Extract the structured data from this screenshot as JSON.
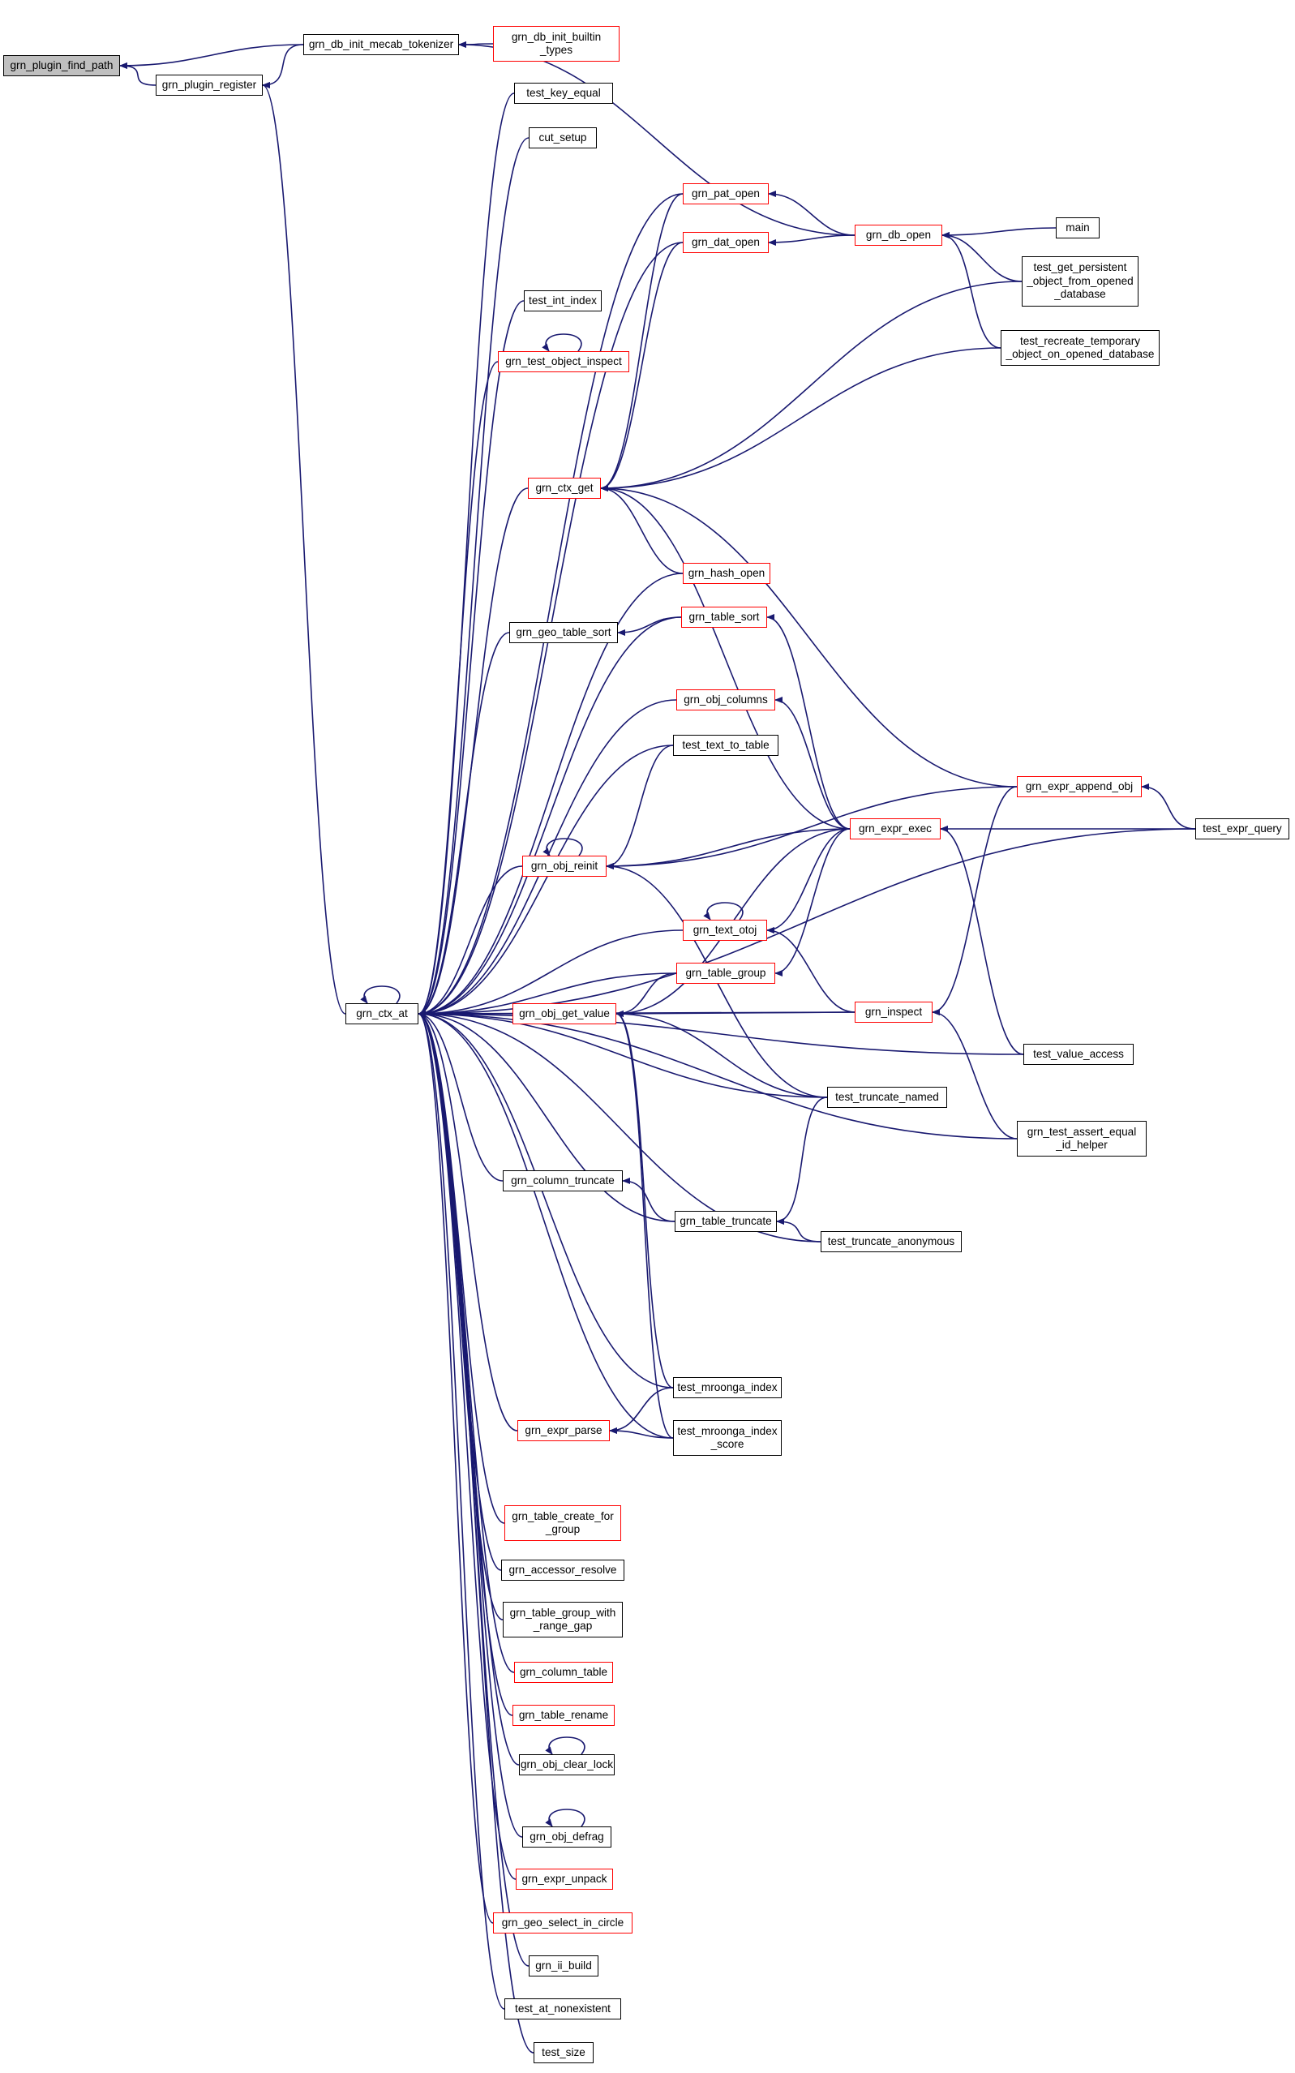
{
  "nodes": [
    {
      "id": "find_path",
      "label": "grn_plugin_find_path",
      "style": "selected"
    },
    {
      "id": "register",
      "label": "grn_plugin_register",
      "style": "normal"
    },
    {
      "id": "mecab",
      "label": "grn_db_init_mecab_tokenizer",
      "style": "normal"
    },
    {
      "id": "builtin",
      "label": "grn_db_init_builtin\n_types",
      "style": "red"
    },
    {
      "id": "ctx_at",
      "label": "grn_ctx_at",
      "style": "normal"
    },
    {
      "id": "key_equal",
      "label": "test_key_equal",
      "style": "normal"
    },
    {
      "id": "cut_setup",
      "label": "cut_setup",
      "style": "normal"
    },
    {
      "id": "pat_open",
      "label": "grn_pat_open",
      "style": "red"
    },
    {
      "id": "dat_open",
      "label": "grn_dat_open",
      "style": "red"
    },
    {
      "id": "db_open",
      "label": "grn_db_open",
      "style": "red"
    },
    {
      "id": "main",
      "label": "main",
      "style": "normal"
    },
    {
      "id": "persistent",
      "label": "test_get_persistent\n_object_from_opened\n_database",
      "style": "normal"
    },
    {
      "id": "recreate",
      "label": "test_recreate_temporary\n_object_on_opened_database",
      "style": "normal"
    },
    {
      "id": "int_index",
      "label": "test_int_index",
      "style": "normal"
    },
    {
      "id": "obj_inspect",
      "label": "grn_test_object_inspect",
      "style": "red"
    },
    {
      "id": "ctx_get",
      "label": "grn_ctx_get",
      "style": "red"
    },
    {
      "id": "hash_open",
      "label": "grn_hash_open",
      "style": "red"
    },
    {
      "id": "geo_sort",
      "label": "grn_geo_table_sort",
      "style": "normal"
    },
    {
      "id": "table_sort",
      "label": "grn_table_sort",
      "style": "red"
    },
    {
      "id": "obj_columns",
      "label": "grn_obj_columns",
      "style": "red"
    },
    {
      "id": "text_to_table",
      "label": "test_text_to_table",
      "style": "normal"
    },
    {
      "id": "append_obj",
      "label": "grn_expr_append_obj",
      "style": "red"
    },
    {
      "id": "expr_exec",
      "label": "grn_expr_exec",
      "style": "red"
    },
    {
      "id": "expr_query",
      "label": "test_expr_query",
      "style": "normal"
    },
    {
      "id": "obj_reinit",
      "label": "grn_obj_reinit",
      "style": "red"
    },
    {
      "id": "text_otoj",
      "label": "grn_text_otoj",
      "style": "red"
    },
    {
      "id": "table_group",
      "label": "grn_table_group",
      "style": "red"
    },
    {
      "id": "get_value",
      "label": "grn_obj_get_value",
      "style": "red"
    },
    {
      "id": "inspect",
      "label": "grn_inspect",
      "style": "red"
    },
    {
      "id": "value_access",
      "label": "test_value_access",
      "style": "normal"
    },
    {
      "id": "trunc_named",
      "label": "test_truncate_named",
      "style": "normal"
    },
    {
      "id": "assert_equal",
      "label": "grn_test_assert_equal\n_id_helper",
      "style": "normal"
    },
    {
      "id": "col_truncate",
      "label": "grn_column_truncate",
      "style": "normal"
    },
    {
      "id": "table_truncate",
      "label": "grn_table_truncate",
      "style": "normal"
    },
    {
      "id": "trunc_anon",
      "label": "test_truncate_anonymous",
      "style": "normal"
    },
    {
      "id": "mroonga",
      "label": "test_mroonga_index",
      "style": "normal"
    },
    {
      "id": "expr_parse",
      "label": "grn_expr_parse",
      "style": "red"
    },
    {
      "id": "mroonga_score",
      "label": "test_mroonga_index\n_score",
      "style": "normal"
    },
    {
      "id": "create_group",
      "label": "grn_table_create_for\n_group",
      "style": "red"
    },
    {
      "id": "acc_resolve",
      "label": "grn_accessor_resolve",
      "style": "normal"
    },
    {
      "id": "group_range",
      "label": "grn_table_group_with\n_range_gap",
      "style": "normal"
    },
    {
      "id": "col_table",
      "label": "grn_column_table",
      "style": "red"
    },
    {
      "id": "table_rename",
      "label": "grn_table_rename",
      "style": "red"
    },
    {
      "id": "clear_lock",
      "label": "grn_obj_clear_lock",
      "style": "normal"
    },
    {
      "id": "defrag",
      "label": "grn_obj_defrag",
      "style": "normal"
    },
    {
      "id": "expr_unpack",
      "label": "grn_expr_unpack",
      "style": "red"
    },
    {
      "id": "geo_circle",
      "label": "grn_geo_select_in_circle",
      "style": "red"
    },
    {
      "id": "ii_build",
      "label": "grn_ii_build",
      "style": "normal"
    },
    {
      "id": "nonexistent",
      "label": "test_at_nonexistent",
      "style": "normal"
    },
    {
      "id": "test_size",
      "label": "test_size",
      "style": "normal"
    }
  ],
  "edges": [
    [
      "register",
      "find_path"
    ],
    [
      "mecab",
      "find_path"
    ],
    [
      "mecab",
      "register"
    ],
    [
      "builtin",
      "mecab"
    ],
    [
      "db_open",
      "mecab"
    ],
    [
      "ctx_at",
      "register"
    ],
    [
      "ctx_at",
      "ctx_at"
    ],
    [
      "key_equal",
      "ctx_at"
    ],
    [
      "cut_setup",
      "ctx_at"
    ],
    [
      "pat_open",
      "ctx_at"
    ],
    [
      "dat_open",
      "ctx_at"
    ],
    [
      "int_index",
      "ctx_at"
    ],
    [
      "obj_inspect",
      "ctx_at"
    ],
    [
      "obj_inspect",
      "obj_inspect"
    ],
    [
      "ctx_get",
      "ctx_at"
    ],
    [
      "hash_open",
      "ctx_at"
    ],
    [
      "geo_sort",
      "ctx_at"
    ],
    [
      "table_sort",
      "ctx_at"
    ],
    [
      "obj_columns",
      "ctx_at"
    ],
    [
      "text_to_table",
      "ctx_at"
    ],
    [
      "obj_reinit",
      "ctx_at"
    ],
    [
      "obj_reinit",
      "obj_reinit"
    ],
    [
      "text_otoj",
      "ctx_at"
    ],
    [
      "text_otoj",
      "text_otoj"
    ],
    [
      "table_group",
      "ctx_at"
    ],
    [
      "get_value",
      "ctx_at"
    ],
    [
      "inspect",
      "ctx_at"
    ],
    [
      "trunc_named",
      "ctx_at"
    ],
    [
      "assert_equal",
      "ctx_at"
    ],
    [
      "col_truncate",
      "ctx_at"
    ],
    [
      "table_truncate",
      "ctx_at"
    ],
    [
      "trunc_anon",
      "ctx_at"
    ],
    [
      "mroonga",
      "ctx_at"
    ],
    [
      "expr_parse",
      "ctx_at"
    ],
    [
      "mroonga_score",
      "ctx_at"
    ],
    [
      "create_group",
      "ctx_at"
    ],
    [
      "acc_resolve",
      "ctx_at"
    ],
    [
      "group_range",
      "ctx_at"
    ],
    [
      "col_table",
      "ctx_at"
    ],
    [
      "table_rename",
      "ctx_at"
    ],
    [
      "clear_lock",
      "ctx_at"
    ],
    [
      "clear_lock",
      "clear_lock"
    ],
    [
      "defrag",
      "ctx_at"
    ],
    [
      "defrag",
      "defrag"
    ],
    [
      "expr_unpack",
      "ctx_at"
    ],
    [
      "geo_circle",
      "ctx_at"
    ],
    [
      "ii_build",
      "ctx_at"
    ],
    [
      "nonexistent",
      "ctx_at"
    ],
    [
      "test_size",
      "ctx_at"
    ],
    [
      "expr_query",
      "ctx_at"
    ],
    [
      "db_open",
      "pat_open"
    ],
    [
      "db_open",
      "dat_open"
    ],
    [
      "main",
      "db_open"
    ],
    [
      "persistent",
      "db_open"
    ],
    [
      "recreate",
      "db_open"
    ],
    [
      "pat_open",
      "ctx_get"
    ],
    [
      "dat_open",
      "ctx_get"
    ],
    [
      "persistent",
      "ctx_get"
    ],
    [
      "recreate",
      "ctx_get"
    ],
    [
      "append_obj",
      "ctx_get"
    ],
    [
      "expr_exec",
      "ctx_get"
    ],
    [
      "hash_open",
      "ctx_get"
    ],
    [
      "table_sort",
      "geo_sort"
    ],
    [
      "expr_exec",
      "table_sort"
    ],
    [
      "expr_exec",
      "obj_columns"
    ],
    [
      "text_to_table",
      "obj_reinit"
    ],
    [
      "expr_exec",
      "obj_reinit"
    ],
    [
      "append_obj",
      "obj_reinit"
    ],
    [
      "trunc_named",
      "obj_reinit"
    ],
    [
      "expr_exec",
      "text_otoj"
    ],
    [
      "inspect",
      "text_otoj"
    ],
    [
      "expr_exec",
      "table_group"
    ],
    [
      "table_group",
      "get_value"
    ],
    [
      "expr_exec",
      "get_value"
    ],
    [
      "inspect",
      "get_value"
    ],
    [
      "trunc_named",
      "get_value"
    ],
    [
      "mroonga",
      "get_value"
    ],
    [
      "mroonga_score",
      "get_value"
    ],
    [
      "expr_query",
      "expr_exec"
    ],
    [
      "value_access",
      "expr_exec"
    ],
    [
      "expr_query",
      "append_obj"
    ],
    [
      "append_obj",
      "inspect"
    ],
    [
      "assert_equal",
      "inspect"
    ],
    [
      "trunc_named",
      "table_truncate"
    ],
    [
      "trunc_anon",
      "table_truncate"
    ],
    [
      "table_truncate",
      "col_truncate"
    ],
    [
      "mroonga",
      "expr_parse"
    ],
    [
      "mroonga_score",
      "expr_parse"
    ],
    [
      "value_access",
      "ctx_at"
    ]
  ]
}
